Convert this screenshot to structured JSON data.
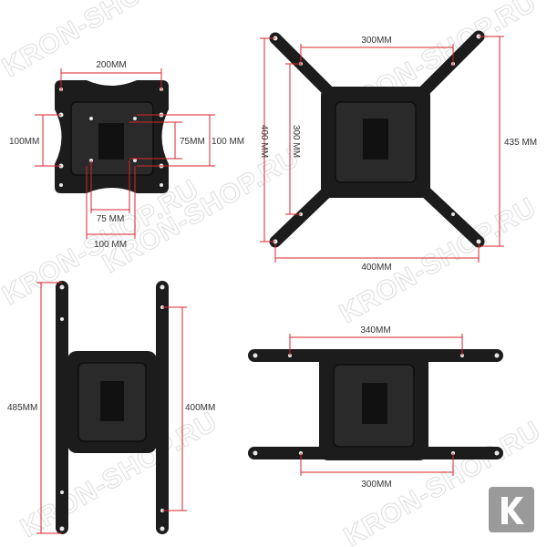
{
  "watermark": "KRON-SHOP.RU",
  "logo_letter": "K",
  "colors": {
    "dimension": "#d9262c",
    "metal": "#1c1c1c",
    "logo_bg": "#9a9a9a"
  },
  "small_plate": {
    "width": "200MM",
    "left_height": "100MM",
    "inner_height": "75MM",
    "right_height": "100 MM",
    "inner_width": "75 MM",
    "outer_width": "100 MM"
  },
  "x_mount": {
    "top_width": "300MM",
    "outer_height": "400 MM",
    "inner_height": "300 MM",
    "total_height": "435 MM",
    "bottom_width": "400MM"
  },
  "h_mount": {
    "total_height": "485MM",
    "hole_height": "400MM"
  },
  "wide_mount": {
    "top_width": "340MM",
    "bottom_width": "300MM"
  }
}
